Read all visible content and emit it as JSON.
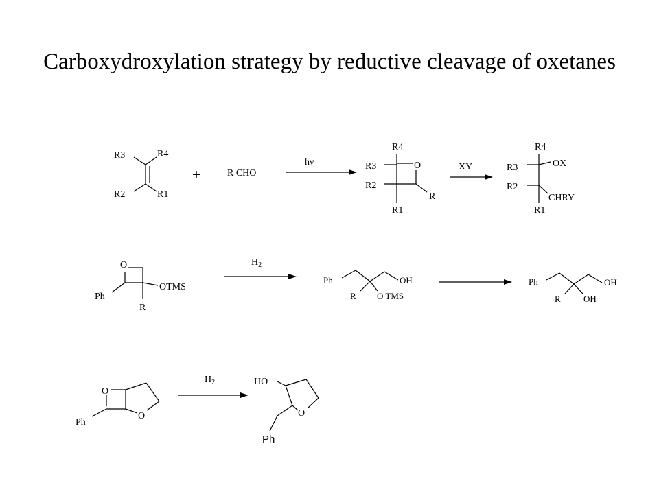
{
  "title": "Carboxydroxylation strategy by reductive cleavage of oxetanes",
  "scheme1": {
    "alkene": {
      "r3": "R3",
      "r4": "R4",
      "r2": "R2",
      "r1": "R1"
    },
    "plus": "+",
    "aldehyde": "R CHO",
    "arrow_label": "hν",
    "oxetane": {
      "r4": "R4",
      "r3": "R3",
      "r2": "R2",
      "r1": "R1",
      "o": "O",
      "r": "R"
    },
    "arrow2_label": "XY",
    "product": {
      "r4": "R4",
      "ox": "OX",
      "r3": "R3",
      "r2": "R2",
      "chry": "CHRY",
      "r1": "R1"
    }
  },
  "scheme2": {
    "oxetane": {
      "o": "O",
      "ph": "Ph",
      "otms": "OTMS",
      "r": "R"
    },
    "arrow_label_h": "H",
    "arrow_label_sub": "2",
    "intermediate": {
      "ph": "Ph",
      "oh": "OH",
      "r": "R",
      "otms": "O TMS"
    },
    "product": {
      "ph": "Ph",
      "oh1": "OH",
      "r": "R",
      "oh2": "OH"
    }
  },
  "scheme3": {
    "bicyclic": {
      "o1": "O",
      "o2": "O",
      "ph": "Ph"
    },
    "arrow_label_h": "H",
    "arrow_label_sub": "2",
    "product": {
      "ho": "HO",
      "o": "O",
      "ph": "Ph"
    }
  }
}
